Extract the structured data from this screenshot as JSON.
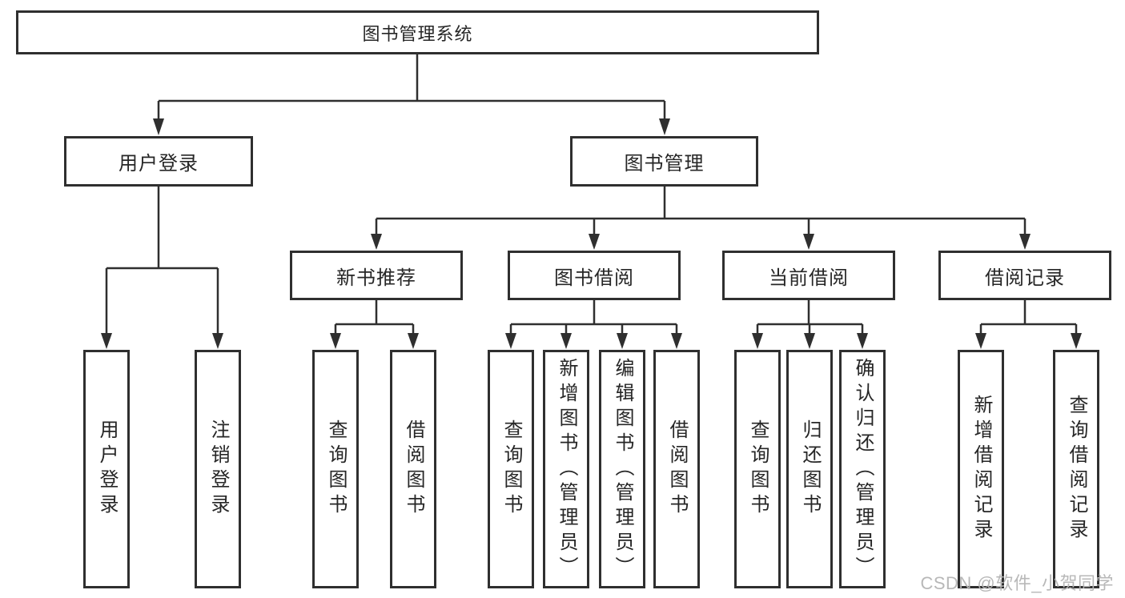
{
  "colors": {
    "line": "#2f2f2f",
    "box_border": "#2f2f2f",
    "box_background": "#ffffff",
    "text": "#262626",
    "watermark": "#b4b4b4",
    "background": "#ffffff"
  },
  "watermark": "CSDN @软件_小贺同学",
  "tree": {
    "label": "图书管理系统",
    "children": [
      {
        "label": "用户登录",
        "children": [
          {
            "label": "用户登录"
          },
          {
            "label": "注销登录"
          }
        ]
      },
      {
        "label": "图书管理",
        "children": [
          {
            "label": "新书推荐",
            "children": [
              {
                "label": "查询图书"
              },
              {
                "label": "借阅图书"
              }
            ]
          },
          {
            "label": "图书借阅",
            "children": [
              {
                "label": "查询图书"
              },
              {
                "label": "新增图书（管理员）"
              },
              {
                "label": "编辑图书（管理员）"
              },
              {
                "label": "借阅图书"
              }
            ]
          },
          {
            "label": "当前借阅",
            "children": [
              {
                "label": "查询图书"
              },
              {
                "label": "归还图书"
              },
              {
                "label": "确认归还（管理员）"
              }
            ]
          },
          {
            "label": "借阅记录",
            "children": [
              {
                "label": "新增借阅记录"
              },
              {
                "label": "查询借阅记录"
              }
            ]
          }
        ]
      }
    ]
  }
}
